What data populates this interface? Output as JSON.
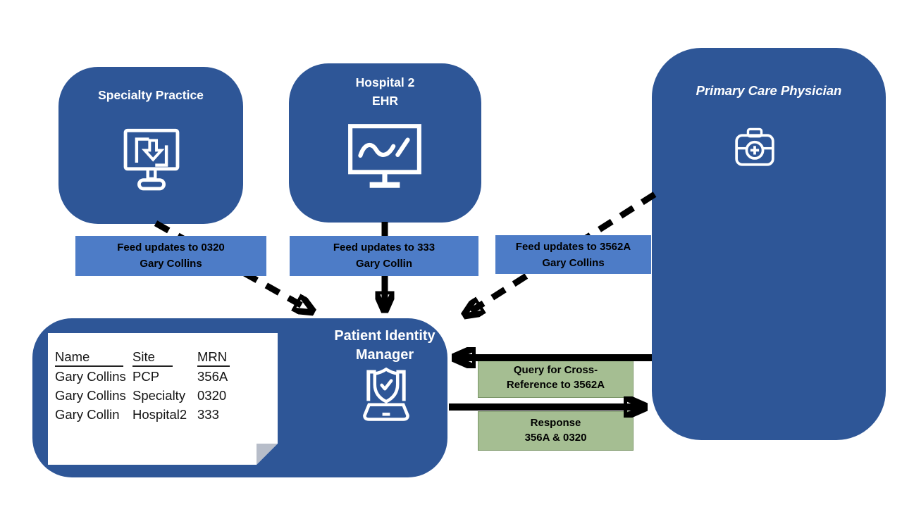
{
  "colors": {
    "node_blue": "#2E5697",
    "label_blue": "#4D7CC7",
    "msg_green": "#A5BE92",
    "msg_green_border": "#7C9769",
    "arrow_black": "#000000",
    "fold_gray": "#B7BDC9"
  },
  "nodes": {
    "specialty": {
      "title": "Specialty Practice",
      "icon": "monitor-download-icon"
    },
    "hospital": {
      "title_line1": "Hospital 2",
      "title_line2": "EHR",
      "icon": "monitor-pen-icon"
    },
    "pcp": {
      "title": "Primary Care Physician",
      "icon": "medical-bag-icon"
    },
    "pim": {
      "title_line1": "Patient Identity",
      "title_line2": "Manager",
      "icon": "laptop-shield-icon"
    }
  },
  "feed_labels": [
    {
      "line1": "Feed updates to 0320",
      "line2": "Gary Collins"
    },
    {
      "line1": "Feed updates to 333",
      "line2": "Gary Collin"
    },
    {
      "line1": "Feed updates to 3562A",
      "line2": "Gary Collins"
    }
  ],
  "messages": {
    "query": {
      "line1": "Query for Cross-",
      "line2": "Reference to 3562A"
    },
    "response": {
      "line1": "Response",
      "line2": "356A & 0320"
    }
  },
  "note_table": {
    "headers": [
      "Name",
      "Site",
      "MRN"
    ],
    "rows": [
      [
        "Gary Collins",
        "PCP",
        "356A"
      ],
      [
        "Gary Collins",
        "Specialty",
        "0320"
      ],
      [
        "Gary Collin",
        "Hospital2",
        "333"
      ]
    ]
  }
}
